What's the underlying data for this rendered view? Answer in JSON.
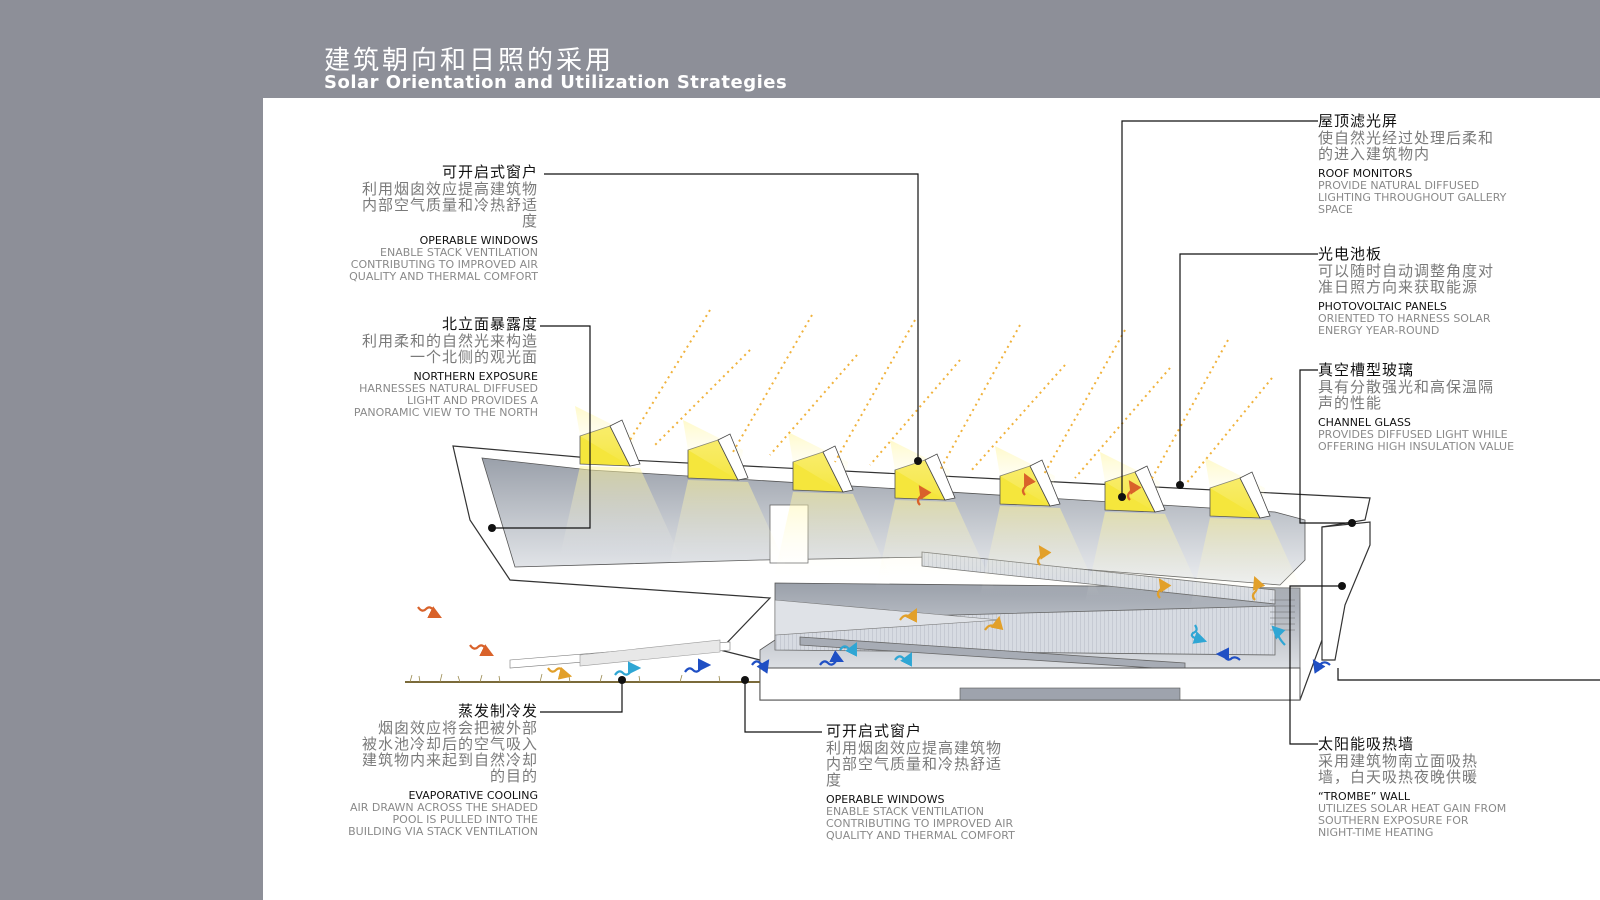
{
  "title": {
    "cn": "建筑朝向和日照的采用",
    "en": "Solar Orientation and Utilization Strategies"
  },
  "annotations": {
    "operable_windows_top": {
      "cn_title": "可开启式窗户",
      "cn_body": "利用烟囱效应提高建筑物\n内部空气质量和冷热舒适\n度",
      "en_title": "OPERABLE WINDOWS",
      "en_body": "ENABLE STACK VENTILATION\nCONTRIBUTING TO IMPROVED AIR\nQUALITY AND THERMAL COMFORT"
    },
    "northern_exposure": {
      "cn_title": "北立面暴露度",
      "cn_body": "利用柔和的自然光来构造\n一个北侧的观光面",
      "en_title": "NORTHERN EXPOSURE",
      "en_body": "HARNESSES NATURAL DIFFUSED\nLIGHT  AND PROVIDES A\nPANORAMIC VIEW TO THE NORTH"
    },
    "evaporative_cooling": {
      "cn_title": "蒸发制冷发",
      "cn_body": "烟囱效应将会把被外部\n被水池冷却后的空气吸入\n建筑物内来起到自然冷却\n的目的",
      "en_title": "EVAPORATIVE COOLING",
      "en_body": "AIR DRAWN ACROSS THE SHADED\nPOOL IS PULLED INTO THE\nBUILDING VIA STACK VENTILATION"
    },
    "operable_windows_bottom": {
      "cn_title": "可开启式窗户",
      "cn_body": "利用烟囱效应提高建筑物\n内部空气质量和冷热舒适\n度",
      "en_title": "OPERABLE WINDOWS",
      "en_body": "ENABLE STACK VENTILATION\nCONTRIBUTING TO IMPROVED AIR\nQUALITY AND THERMAL COMFORT"
    },
    "roof_monitors": {
      "cn_title": "屋顶滤光屏",
      "cn_body": "使自然光经过处理后柔和\n的进入建筑物内",
      "en_title": "ROOF MONITORS",
      "en_body": "PROVIDE NATURAL DIFFUSED\nLIGHTING THROUGHOUT GALLERY\nSPACE"
    },
    "photovoltaic_panels": {
      "cn_title": "光电池板",
      "cn_body": "可以随时自动调整角度对\n准日照方向来获取能源",
      "en_title": "PHOTOVOLTAIC PANELS",
      "en_body": "ORIENTED TO HARNESS SOLAR\nENERGY YEAR-ROUND"
    },
    "channel_glass": {
      "cn_title": "真空槽型玻璃",
      "cn_body": "具有分散强光和高保温隔\n声的性能",
      "en_title": "CHANNEL GLASS",
      "en_body": "PROVIDES DIFFUSED LIGHT WHILE\nOFFERING HIGH INSULATION VALUE"
    },
    "trombe_wall": {
      "cn_title": "太阳能吸热墙",
      "cn_body": "采用建筑物南立面吸热\n墙，白天吸热夜晚供暖",
      "en_title": "“TROMBE” WALL",
      "en_body": "UTILIZES SOLAR HEAT GAIN FROM\nSOUTHERN EXPOSURE FOR\nNIGHT-TIME HEATING"
    }
  },
  "colors": {
    "background": "#8d8f98",
    "panel": "#ffffff",
    "sunlight": "#f5e63c",
    "sun_ray": "#f0b23c",
    "warm_air": "#d9622a",
    "cool_air": "#1f4fc4",
    "mid_air": "#2fa6d4",
    "leader_line": "#111111"
  },
  "icons": [
    "sun-glow",
    "air-flow-arrow",
    "sun-ray-arrow",
    "leader-dot"
  ]
}
